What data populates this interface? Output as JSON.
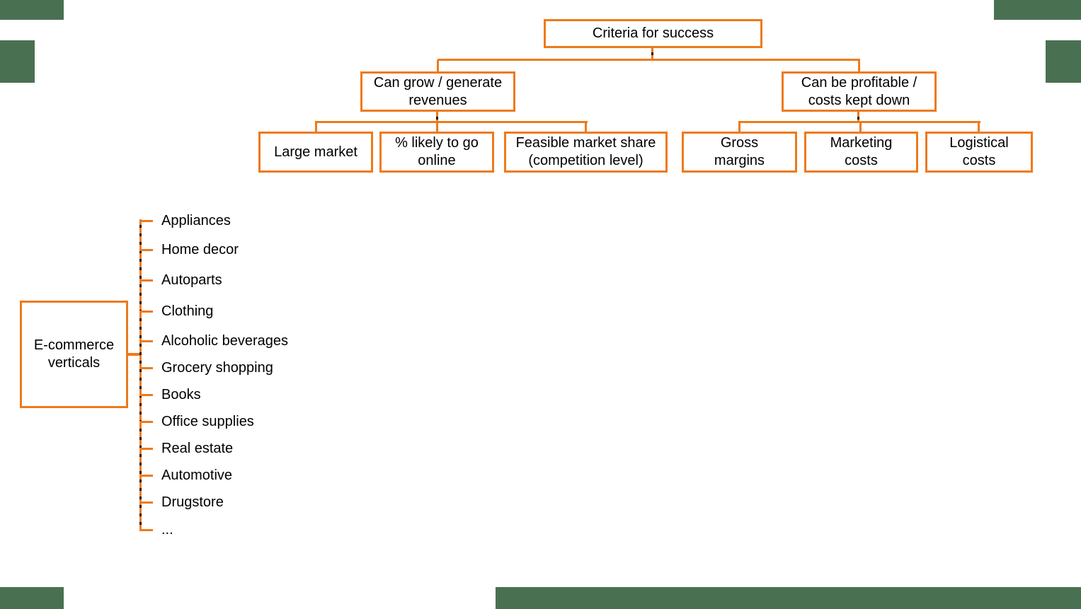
{
  "colors": {
    "orange": "#EE7A1A",
    "green": "#4A7052",
    "ink": "#000000",
    "boxbg": "#FFFFFF"
  },
  "tree": {
    "root_label": "Criteria for success",
    "branches": [
      {
        "label": "Can grow / generate\nrevenues",
        "children": [
          "Large market",
          "% likely to go\nonline",
          "Feasible market share\n(competition level)"
        ]
      },
      {
        "label": "Can be profitable /\ncosts kept down",
        "children": [
          "Gross\nmargins",
          "Marketing\ncosts",
          "Logistical\ncosts"
        ]
      }
    ]
  },
  "verticals": {
    "box_label": "E-commerce\nverticals",
    "items": [
      "Appliances",
      "Home decor",
      "Autoparts",
      "Clothing",
      "Alcoholic beverages",
      "Grocery shopping",
      "Books",
      "Office supplies",
      "Real estate",
      "Automotive",
      "Drugstore",
      "..."
    ]
  }
}
